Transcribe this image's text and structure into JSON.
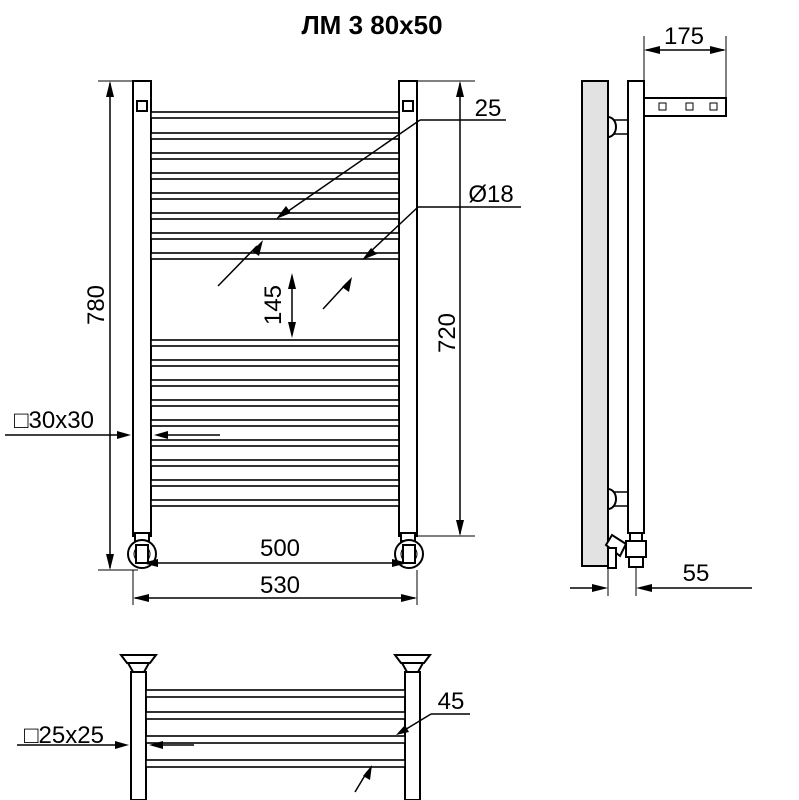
{
  "title": "ЛМ 3 80х50",
  "dimensions": {
    "height_total": "780",
    "height_axes": "720",
    "spacing": "145",
    "width_axes": "500",
    "width_total": "530",
    "crossbar_size": "25",
    "tube_diameter": "Ø18",
    "post_section": "□30x30",
    "depth_bracket": "175",
    "depth_wall": "55",
    "top_bar_size": "45",
    "top_post_section": "□25x25"
  },
  "colors": {
    "line": "#000000",
    "wall_fill": "#e2e2e2",
    "background": "#ffffff"
  }
}
